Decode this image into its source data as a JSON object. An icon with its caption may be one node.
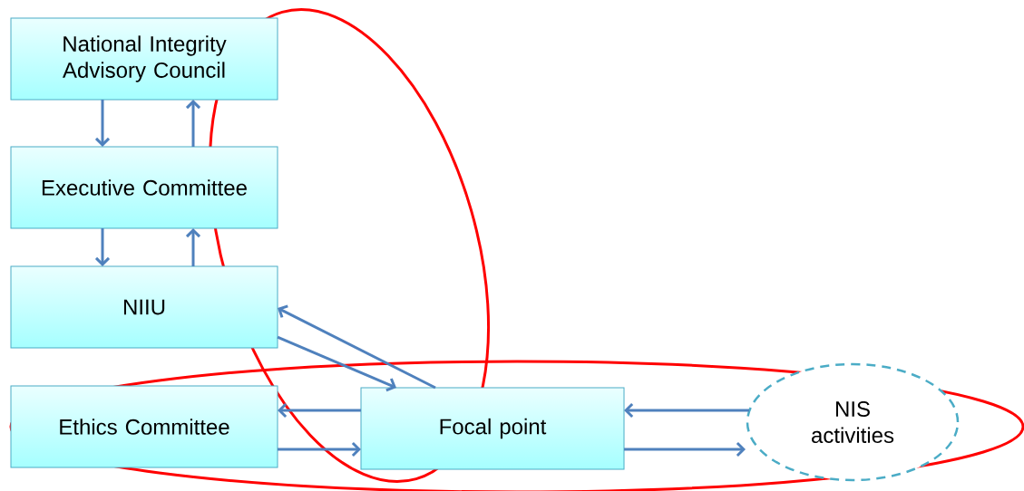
{
  "diagram": {
    "nodes": [
      {
        "text": [
          "National Integrity Advisory Council"
        ]
      },
      {
        "text": [
          "Executive Committee"
        ]
      },
      {
        "text": [
          "NIIU"
        ]
      },
      {
        "text": [
          "Ethics Committee"
        ]
      },
      {
        "text": [
          "Focal point"
        ]
      },
      {
        "text": [
          "NIS activities"
        ]
      }
    ],
    "edges": [
      {
        "from": 0,
        "to": 1,
        "arrow": "to"
      },
      {
        "from": 1,
        "to": 0,
        "arrow": "to"
      },
      {
        "from": 1,
        "to": 2,
        "arrow": "to"
      },
      {
        "from": 2,
        "to": 1,
        "arrow": "to"
      },
      {
        "from": 4,
        "to": 2,
        "arrow": "to"
      },
      {
        "from": 2,
        "to": 4,
        "arrow": "to"
      },
      {
        "from": 4,
        "to": 3,
        "arrow": "to"
      },
      {
        "from": 3,
        "to": 4,
        "arrow": "to"
      },
      {
        "from": 5,
        "to": 4,
        "arrow": "to"
      },
      {
        "from": 4,
        "to": 5,
        "arrow": "to"
      }
    ]
  }
}
